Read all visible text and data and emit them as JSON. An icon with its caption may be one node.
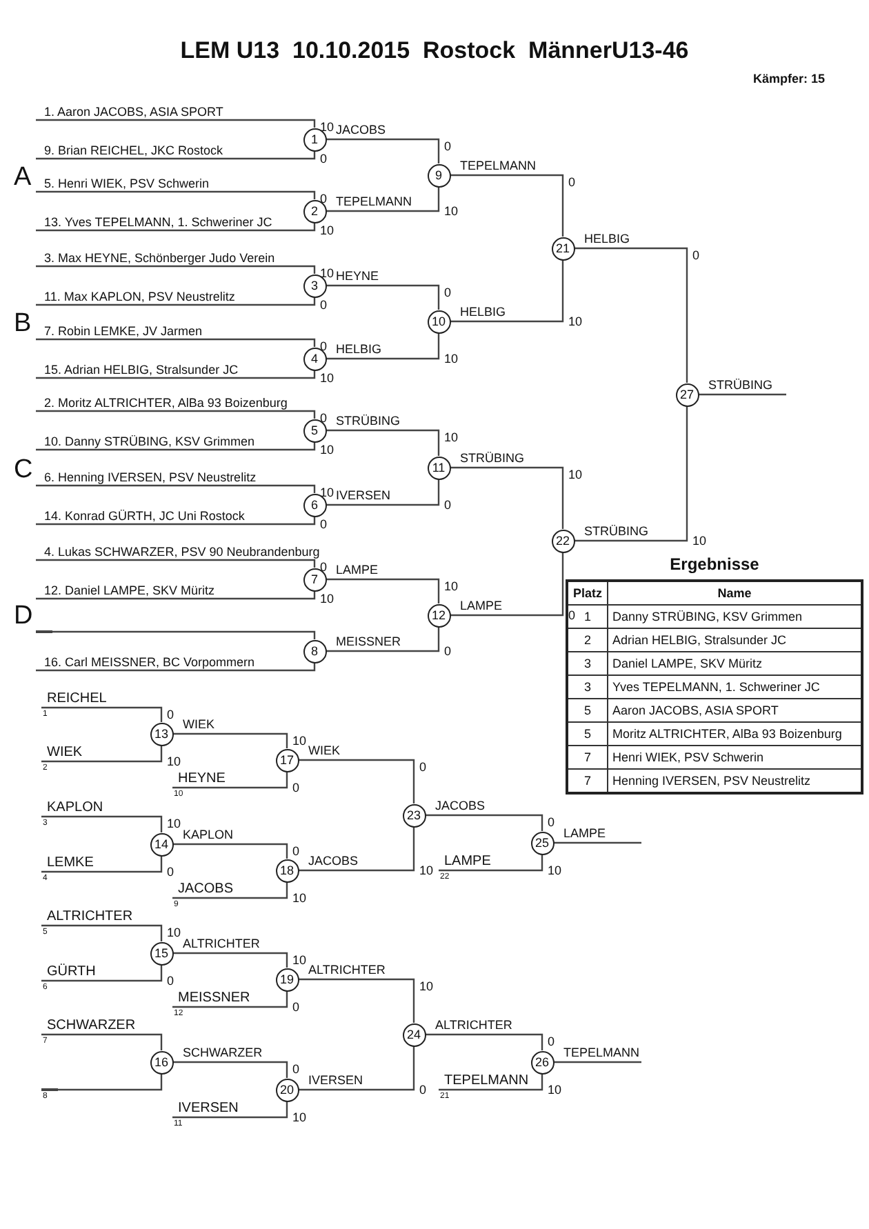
{
  "diagram": {
    "title": "LEM U13  10.10.2015  Rostock  MännerU13-46",
    "nodes": [
      {
        "text": [
          "1. Aaron JACOBS, ASIA SPORT"
        ]
      },
      {
        "text": [
          "9. Brian REICHEL, JKC Rostock"
        ]
      },
      {
        "text": [
          "5. Henri WIEK, PSV Schwerin"
        ]
      },
      {
        "text": [
          "13. Yves TEPELMANN, 1. Schweriner JC"
        ]
      },
      {
        "text": [
          "3. Max HEYNE, Schönberger Judo Verein"
        ]
      },
      {
        "text": [
          "11. Max KAPLON, PSV Neustrelitz"
        ]
      },
      {
        "text": [
          "7. Robin LEMKE, JV Jarmen"
        ]
      },
      {
        "text": [
          "15. Adrian HELBIG, Stralsunder JC"
        ]
      },
      {
        "text": [
          "2. Moritz ALTRICHTER, AlBa 93 Boizenburg"
        ]
      },
      {
        "text": [
          "10. Danny STRÜBING, KSV Grimmen"
        ]
      },
      {
        "text": [
          "6. Henning IVERSEN, PSV Neustrelitz"
        ]
      },
      {
        "text": [
          "14. Konrad GÜRTH, JC Uni Rostock"
        ]
      },
      {
        "text": [
          "4. Lukas SCHWARZER, PSV 90 Neubrandenburg"
        ]
      },
      {
        "text": [
          "12. Daniel LAMPE, SKV Müritz"
        ]
      },
      {
        "text": [
          "16. Carl MEISSNER, BC Vorpommern"
        ]
      },
      {
        "text": [
          "1"
        ],
        "beside": [
          "10",
          "0"
        ]
      },
      {
        "text": [
          "2"
        ],
        "beside": [
          "0",
          "10"
        ]
      },
      {
        "text": [
          "3"
        ],
        "beside": [
          "10",
          "0"
        ]
      },
      {
        "text": [
          "4"
        ],
        "beside": [
          "0",
          "10"
        ]
      },
      {
        "text": [
          "5"
        ],
        "beside": [
          "0",
          "10"
        ]
      },
      {
        "text": [
          "6"
        ],
        "beside": [
          "10",
          "0"
        ]
      },
      {
        "text": [
          "7"
        ],
        "beside": [
          "0",
          "10"
        ]
      },
      {
        "text": [
          "8"
        ]
      },
      {
        "text": [
          "9"
        ],
        "beside": [
          "0",
          "10"
        ]
      },
      {
        "text": [
          "10"
        ],
        "beside": [
          "0",
          "10"
        ]
      },
      {
        "text": [
          "11"
        ],
        "beside": [
          "10",
          "0"
        ]
      },
      {
        "text": [
          "12"
        ],
        "beside": [
          "10",
          "0"
        ]
      },
      {
        "text": [
          "21"
        ]
      },
      {
        "text": [
          "22"
        ]
      },
      {
        "text": [
          "27"
        ]
      },
      {
        "text": [
          "REICHEL"
        ],
        "beside": [
          "1"
        ]
      },
      {
        "text": [
          "WIEK"
        ],
        "beside": [
          "2"
        ]
      },
      {
        "text": [
          "HEYNE"
        ],
        "beside": [
          "10"
        ]
      },
      {
        "text": [
          "KAPLON"
        ],
        "beside": [
          "3"
        ]
      },
      {
        "text": [
          "LEMKE"
        ],
        "beside": [
          "4"
        ]
      },
      {
        "text": [
          "JACOBS"
        ],
        "beside": [
          "9"
        ]
      },
      {
        "text": [
          "ALTRICHTER"
        ],
        "beside": [
          "5"
        ]
      },
      {
        "text": [
          "GÜRTH"
        ],
        "beside": [
          "6"
        ]
      },
      {
        "text": [
          "MEISSNER"
        ],
        "beside": [
          "12"
        ]
      },
      {
        "text": [
          "SCHWARZER"
        ],
        "beside": [
          "7"
        ]
      },
      {
        "text": [],
        "shape": "bar",
        "beside": [
          "8"
        ]
      },
      {
        "text": [
          "IVERSEN"
        ],
        "beside": [
          "11"
        ]
      },
      {
        "text": [
          "LAMPE"
        ],
        "beside": [
          "22"
        ]
      },
      {
        "text": [
          "TEPELMANN"
        ],
        "beside": [
          "21"
        ]
      },
      {
        "text": [
          "13"
        ],
        "beside": [
          "0",
          "10"
        ]
      },
      {
        "text": [
          "14"
        ],
        "beside": [
          "10",
          "0"
        ]
      },
      {
        "text": [
          "15"
        ],
        "beside": [
          "10",
          "0"
        ]
      },
      {
        "text": [
          "16"
        ]
      },
      {
        "text": [
          "17"
        ],
        "beside": [
          "10",
          "0"
        ]
      },
      {
        "text": [
          "18"
        ],
        "beside": [
          "0",
          "10"
        ]
      },
      {
        "text": [
          "19"
        ],
        "beside": [
          "10",
          "0"
        ]
      },
      {
        "text": [
          "20"
        ],
        "beside": [
          "0",
          "10"
        ]
      },
      {
        "text": [
          "23"
        ]
      },
      {
        "text": [
          "24"
        ]
      },
      {
        "text": [
          "25"
        ],
        "beside": [
          "0",
          "10"
        ]
      },
      {
        "text": [
          "26"
        ],
        "beside": [
          "0",
          "10"
        ]
      },
      {
        "text": [],
        "shape": "bar"
      }
    ],
    "edges": [
      {
        "from": 0,
        "to": 15,
        "arrow": "none"
      },
      {
        "from": 1,
        "to": 15,
        "arrow": "none"
      },
      {
        "from": 2,
        "to": 16,
        "arrow": "none"
      },
      {
        "from": 3,
        "to": 16,
        "arrow": "none"
      },
      {
        "from": 4,
        "to": 17,
        "arrow": "none"
      },
      {
        "from": 5,
        "to": 17,
        "arrow": "none"
      },
      {
        "from": 6,
        "to": 18,
        "arrow": "none"
      },
      {
        "from": 7,
        "to": 18,
        "arrow": "none"
      },
      {
        "from": 8,
        "to": 19,
        "arrow": "none"
      },
      {
        "from": 9,
        "to": 19,
        "arrow": "none"
      },
      {
        "from": 10,
        "to": 20,
        "arrow": "none"
      },
      {
        "from": 11,
        "to": 20,
        "arrow": "none"
      },
      {
        "from": 12,
        "to": 21,
        "arrow": "none"
      },
      {
        "from": 13,
        "to": 21,
        "arrow": "none"
      },
      {
        "from": 56,
        "to": 22,
        "arrow": "none"
      },
      {
        "from": 14,
        "to": 22,
        "arrow": "none"
      },
      {
        "from": 15,
        "to": 23,
        "label": "JACOBS",
        "arrow": "none"
      },
      {
        "from": 16,
        "to": 23,
        "label": "TEPELMANN",
        "arrow": "none"
      },
      {
        "from": 17,
        "to": 24,
        "label": "HEYNE",
        "arrow": "none"
      },
      {
        "from": 18,
        "to": 24,
        "label": "HELBIG",
        "arrow": "none"
      },
      {
        "from": 19,
        "to": 25,
        "label": "STRÜBING",
        "arrow": "none"
      },
      {
        "from": 20,
        "to": 25,
        "label": "IVERSEN",
        "arrow": "none"
      },
      {
        "from": 21,
        "to": 26,
        "label": "LAMPE",
        "arrow": "none"
      },
      {
        "from": 22,
        "to": 26,
        "label": "MEISSNER",
        "arrow": "none"
      },
      {
        "from": 23,
        "to": 27,
        "label": "TEPELMANN",
        "arrow": "none"
      },
      {
        "from": 24,
        "to": 27,
        "label": "HELBIG",
        "arrow": "none"
      },
      {
        "from": 25,
        "to": 28,
        "label": "STRÜBING",
        "arrow": "none"
      },
      {
        "from": 26,
        "to": 28,
        "label": "LAMPE",
        "arrow": "none"
      },
      {
        "from": 27,
        "to": 29,
        "label": "HELBIG",
        "arrow": "none"
      },
      {
        "from": 28,
        "to": 29,
        "label": "STRÜBING",
        "arrow": "none"
      },
      {
        "from": 29,
        "to": null,
        "label": "STRÜBING",
        "arrow": "none"
      },
      {
        "from": 30,
        "to": 44,
        "arrow": "none"
      },
      {
        "from": 31,
        "to": 44,
        "arrow": "none"
      },
      {
        "from": 44,
        "to": 48,
        "label": "WIEK",
        "arrow": "none"
      },
      {
        "from": 32,
        "to": 48,
        "arrow": "none"
      },
      {
        "from": 33,
        "to": 45,
        "arrow": "none"
      },
      {
        "from": 34,
        "to": 45,
        "arrow": "none"
      },
      {
        "from": 45,
        "to": 49,
        "label": "KAPLON",
        "arrow": "none"
      },
      {
        "from": 35,
        "to": 49,
        "arrow": "none"
      },
      {
        "from": 48,
        "to": 52,
        "label": "WIEK",
        "arrow": "none"
      },
      {
        "from": 49,
        "to": 52,
        "label": "JACOBS",
        "arrow": "none"
      },
      {
        "from": 52,
        "to": 54,
        "label": "JACOBS",
        "arrow": "none"
      },
      {
        "from": 42,
        "to": 54,
        "arrow": "none"
      },
      {
        "from": 54,
        "to": null,
        "label": "LAMPE",
        "arrow": "none"
      },
      {
        "from": 36,
        "to": 46,
        "arrow": "none"
      },
      {
        "from": 37,
        "to": 46,
        "arrow": "none"
      },
      {
        "from": 46,
        "to": 50,
        "label": "ALTRICHTER",
        "arrow": "none"
      },
      {
        "from": 38,
        "to": 50,
        "arrow": "none"
      },
      {
        "from": 39,
        "to": 47,
        "arrow": "none"
      },
      {
        "from": 40,
        "to": 47,
        "arrow": "none"
      },
      {
        "from": 47,
        "to": 51,
        "label": "SCHWARZER",
        "arrow": "none"
      },
      {
        "from": 41,
        "to": 51,
        "arrow": "none"
      },
      {
        "from": 50,
        "to": 53,
        "label": "ALTRICHTER",
        "arrow": "none"
      },
      {
        "from": 51,
        "to": 53,
        "label": "IVERSEN",
        "arrow": "none"
      },
      {
        "from": 53,
        "to": 55,
        "label": "ALTRICHTER",
        "arrow": "none"
      },
      {
        "from": 43,
        "to": 55,
        "arrow": "none"
      },
      {
        "from": 55,
        "to": null,
        "label": "TEPELMANN",
        "arrow": "none"
      }
    ],
    "labels": [
      "Kämpfer: 15",
      "A",
      "B",
      "C",
      "D",
      "0",
      "0",
      "10",
      "10",
      "10",
      "0",
      "0",
      "10",
      "10",
      "0",
      "Ergebnisse",
      "Platz",
      "Name",
      "1",
      "Danny STRÜBING, KSV Grimmen",
      "2",
      "Adrian HELBIG, Stralsunder JC",
      "3",
      "Daniel LAMPE, SKV Müritz",
      "3",
      "Yves TEPELMANN, 1. Schweriner JC",
      "5",
      "Aaron JACOBS, ASIA SPORT",
      "5",
      "Moritz ALTRICHTER, AlBa 93 Boizenburg",
      "7",
      "Henri WIEK, PSV Schwerin",
      "7",
      "Henning IVERSEN, PSV Neustrelitz"
    ]
  }
}
